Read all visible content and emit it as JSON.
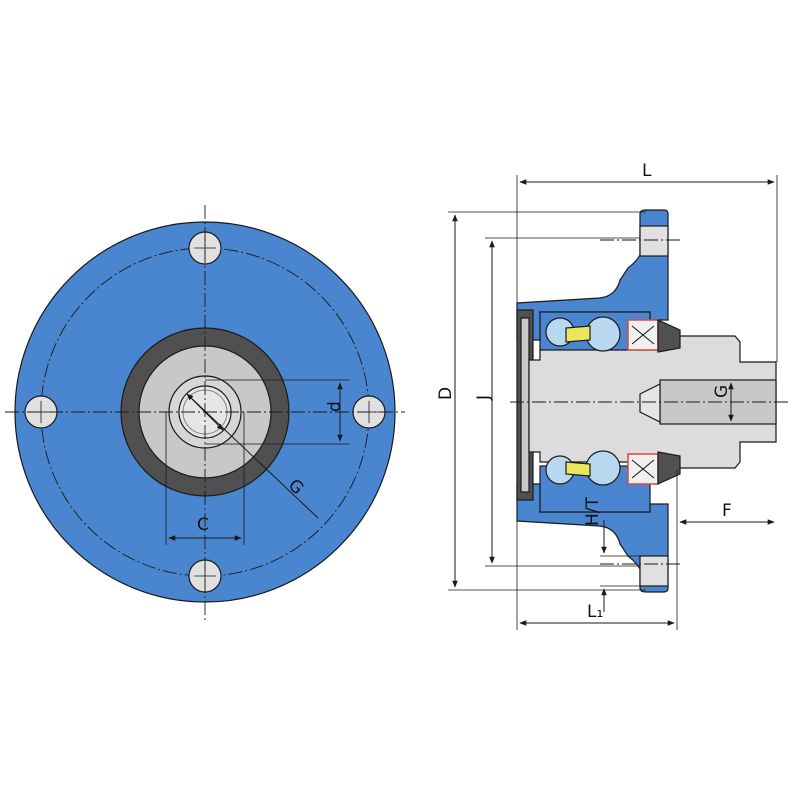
{
  "labels": {
    "L": "L",
    "L1": "L₁",
    "D": "D",
    "J": "J",
    "G_side": "G",
    "F": "F",
    "HT": "H/T",
    "d": "d",
    "C": "C",
    "G_front": "G"
  },
  "colors": {
    "body": "#4a86d0",
    "bore_ring": "#505050",
    "inner_grey": "#c8c8c8",
    "shaft_grey": "#dcdcdc",
    "ball": "#b8d8f0",
    "retainer": "#e8e85a",
    "seal": "#d84a3a",
    "hole": "#e0e0e0",
    "line": "#1a1a1a"
  }
}
